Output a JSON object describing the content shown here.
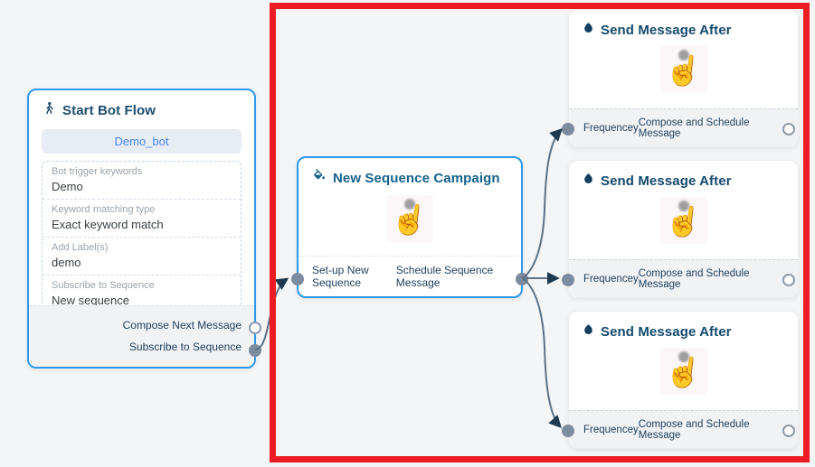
{
  "colors": {
    "canvas_bg": "#f4f5f6",
    "node_border_blue": "#2e97ee",
    "accent_blue": "#4286f5",
    "title_navy": "#164a6e",
    "connector_gray": "#5c7186",
    "port_fill_gray": "#7d8b9e",
    "highlight_red": "#ec1c24"
  },
  "start_node": {
    "title": "Start Bot Flow",
    "icon": "walking-person",
    "bot_button": "Demo_bot",
    "fields": [
      {
        "label": "Bot trigger keywords",
        "value": "Demo"
      },
      {
        "label": "Keyword matching type",
        "value": "Exact keyword match"
      },
      {
        "label": "Add Label(s)",
        "value": "demo"
      },
      {
        "label": "Subscribe to Sequence",
        "value": "New sequence"
      }
    ],
    "outputs": [
      {
        "label": "Compose Next Message",
        "port_style": "open"
      },
      {
        "label": "Subscribe to Sequence",
        "port_style": "filled"
      }
    ]
  },
  "campaign_node": {
    "title": "New Sequence Campaign",
    "icon": "paint-bucket",
    "body_icon": "hand-click",
    "input_label": "Set-up New Sequence",
    "output_label": "Schedule Sequence Message"
  },
  "send_nodes": [
    {
      "title": "Send Message After",
      "icon": "water-drop",
      "body_icon": "hand-click",
      "input_label": "Frequencey",
      "output_label": "Compose and Schedule Message"
    },
    {
      "title": "Send Message After",
      "icon": "water-drop",
      "body_icon": "hand-click",
      "input_label": "Frequencey",
      "output_label": "Compose and Schedule Message"
    },
    {
      "title": "Send Message After",
      "icon": "water-drop",
      "body_icon": "hand-click",
      "input_label": "Frequencey",
      "output_label": "Compose and Schedule Message"
    }
  ],
  "connections": [
    {
      "from": "Start Bot Flow / Subscribe to Sequence",
      "to": "New Sequence Campaign / Set-up New Sequence"
    },
    {
      "from": "New Sequence Campaign / Schedule Sequence Message",
      "to": "Send Message After 1 / Frequencey"
    },
    {
      "from": "New Sequence Campaign / Schedule Sequence Message",
      "to": "Send Message After 2 / Frequencey"
    },
    {
      "from": "New Sequence Campaign / Schedule Sequence Message",
      "to": "Send Message After 3 / Frequencey"
    }
  ]
}
